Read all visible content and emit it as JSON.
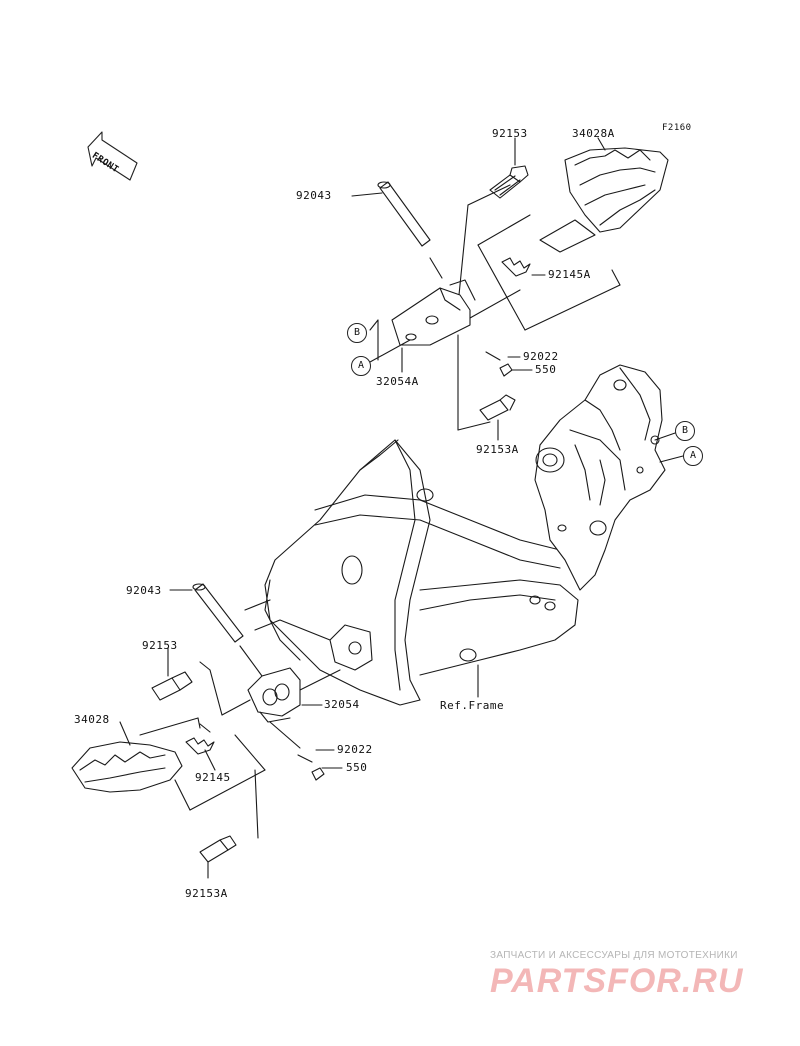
{
  "figure_id": "F2160",
  "front_arrow": "FRONT",
  "parts": {
    "p92153_top": "92153",
    "p34028A": "34028A",
    "p92043_top": "92043",
    "p92145A": "92145A",
    "p92022_top": "92022",
    "p550_top": "550",
    "p32054A": "32054A",
    "p92153A_top": "92153A",
    "p92043_bottom": "92043",
    "p92153_bottom": "92153",
    "p32054": "32054",
    "ref_frame": "Ref.Frame",
    "p34028": "34028",
    "p92022_bottom": "92022",
    "p550_bottom": "550",
    "p92145": "92145",
    "p92153A_bottom": "92153A"
  },
  "callouts": {
    "b_left": "B",
    "a_left": "A",
    "b_right": "B",
    "a_right": "A"
  },
  "watermark": {
    "caption": "ЗАПЧАСТИ И АКСЕССУАРЫ ДЛЯ МОТОТЕХНИКИ",
    "logo": "PARTSFOR.RU"
  }
}
